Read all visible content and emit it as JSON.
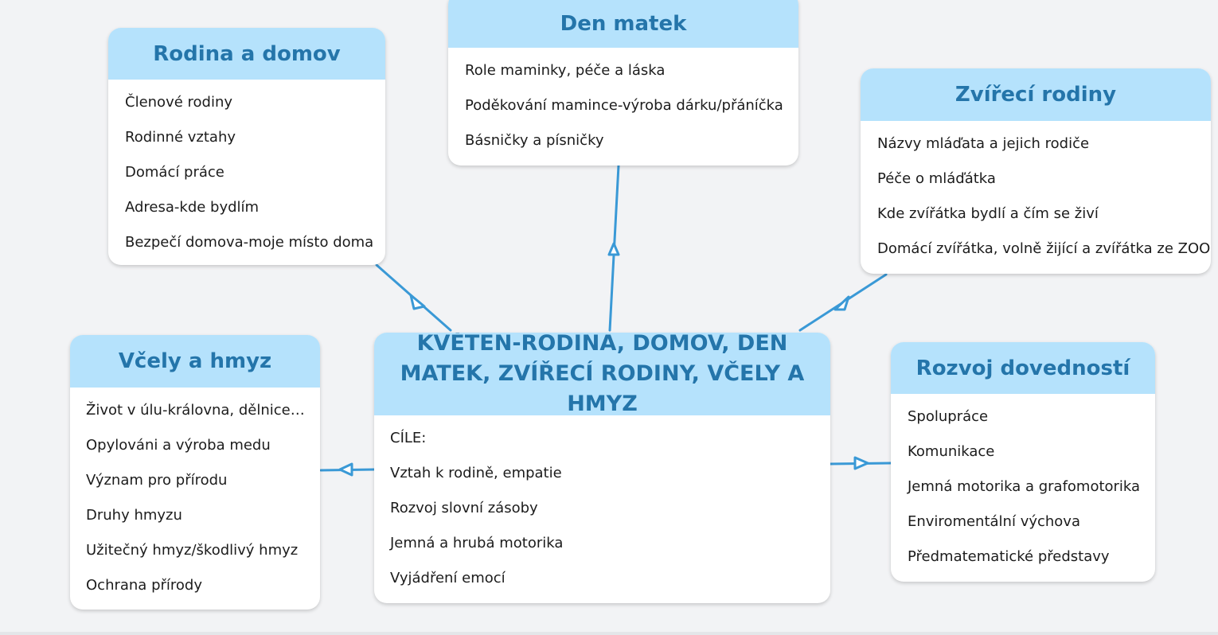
{
  "colors": {
    "background": "#f2f3f5",
    "header_fill": "#b5e2fc",
    "header_text": "#2475aa",
    "connector": "#3a99d6",
    "item_text": "#1c1c1c"
  },
  "central": {
    "title": "KVĚTEN-RODINA, DOMOV, DEN MATEK, ZVÍŘECÍ RODINY, VČELY A HMYZ",
    "items": [
      "CÍLE:",
      "Vztah k rodině, empatie",
      "Rozvoj slovní zásoby",
      "Jemná a hrubá motorika",
      "Vyjádření emocí"
    ]
  },
  "topics": [
    {
      "title": "Rodina a domov",
      "items": [
        "Členové rodiny",
        "Rodinné vztahy",
        "Domácí práce",
        "Adresa-kde bydlím",
        "Bezpečí domova-moje místo doma"
      ]
    },
    {
      "title": "Den matek",
      "items": [
        "Role maminky, péče a láska",
        "Poděkování mamince-výroba dárku/přáníčka",
        "Básničky a písničky"
      ]
    },
    {
      "title": "Zvířecí rodiny",
      "items": [
        "Názvy mláďata a jejich rodiče",
        "Péče o mláďátka",
        "Kde zvířátka bydlí a čím se živí",
        "Domácí zvířátka, volně žijící a zvířátka ze ZOO"
      ]
    },
    {
      "title": "Včely a hmyz",
      "items": [
        "Život v úlu-královna,  dělnice…",
        "Opylováni a výroba medu",
        "Význam pro přírodu",
        "Druhy hmyzu",
        "Užitečný hmyz/škodlivý hmyz",
        "Ochrana přírody"
      ]
    },
    {
      "title": "Rozvoj dovedností",
      "items": [
        "Spolupráce",
        "Komunikace",
        "Jemná motorika a grafomotorika",
        "Enviromentální výchova",
        "Předmatematické představy"
      ]
    }
  ]
}
